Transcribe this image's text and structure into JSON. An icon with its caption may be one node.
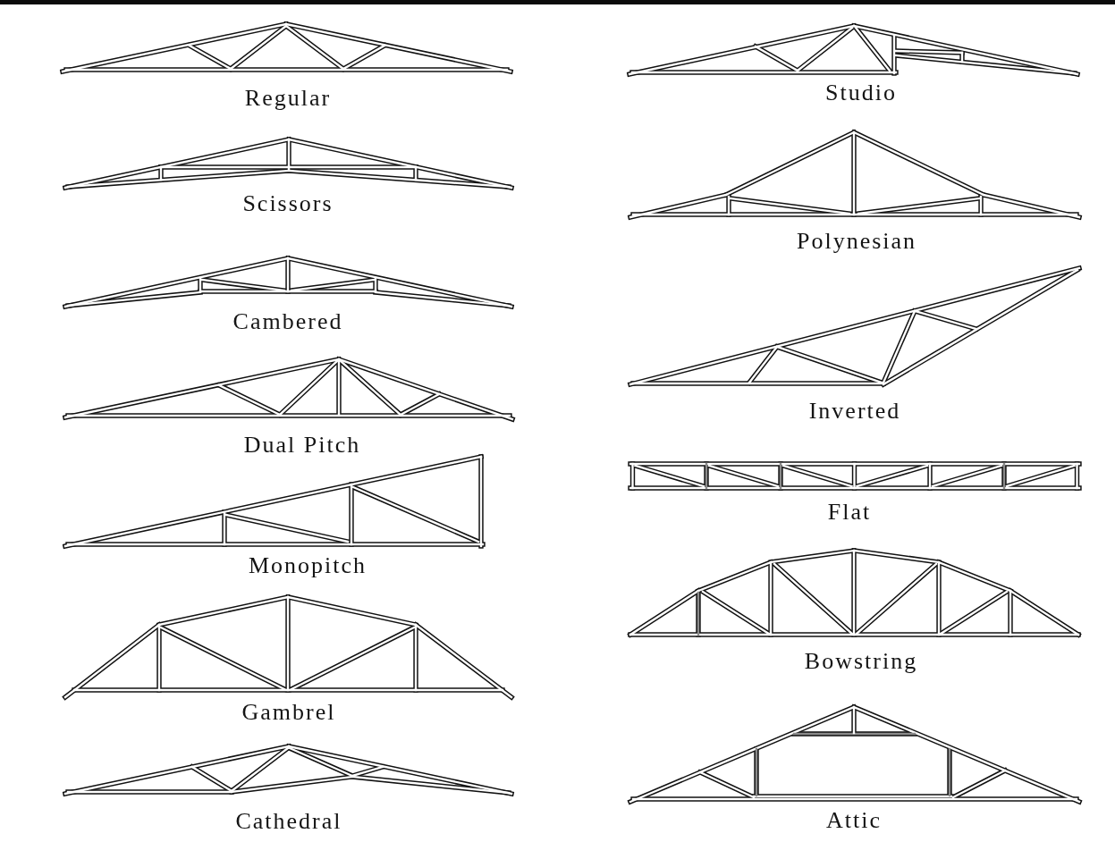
{
  "diagram": {
    "labels": [
      "Regular",
      "Scissors",
      "Cambered",
      "Dual Pitch",
      "Monopitch",
      "Gambrel",
      "Cathedral",
      "Studio",
      "Polynesian",
      "Inverted",
      "Flat",
      "Bowstring",
      "Attic"
    ]
  }
}
